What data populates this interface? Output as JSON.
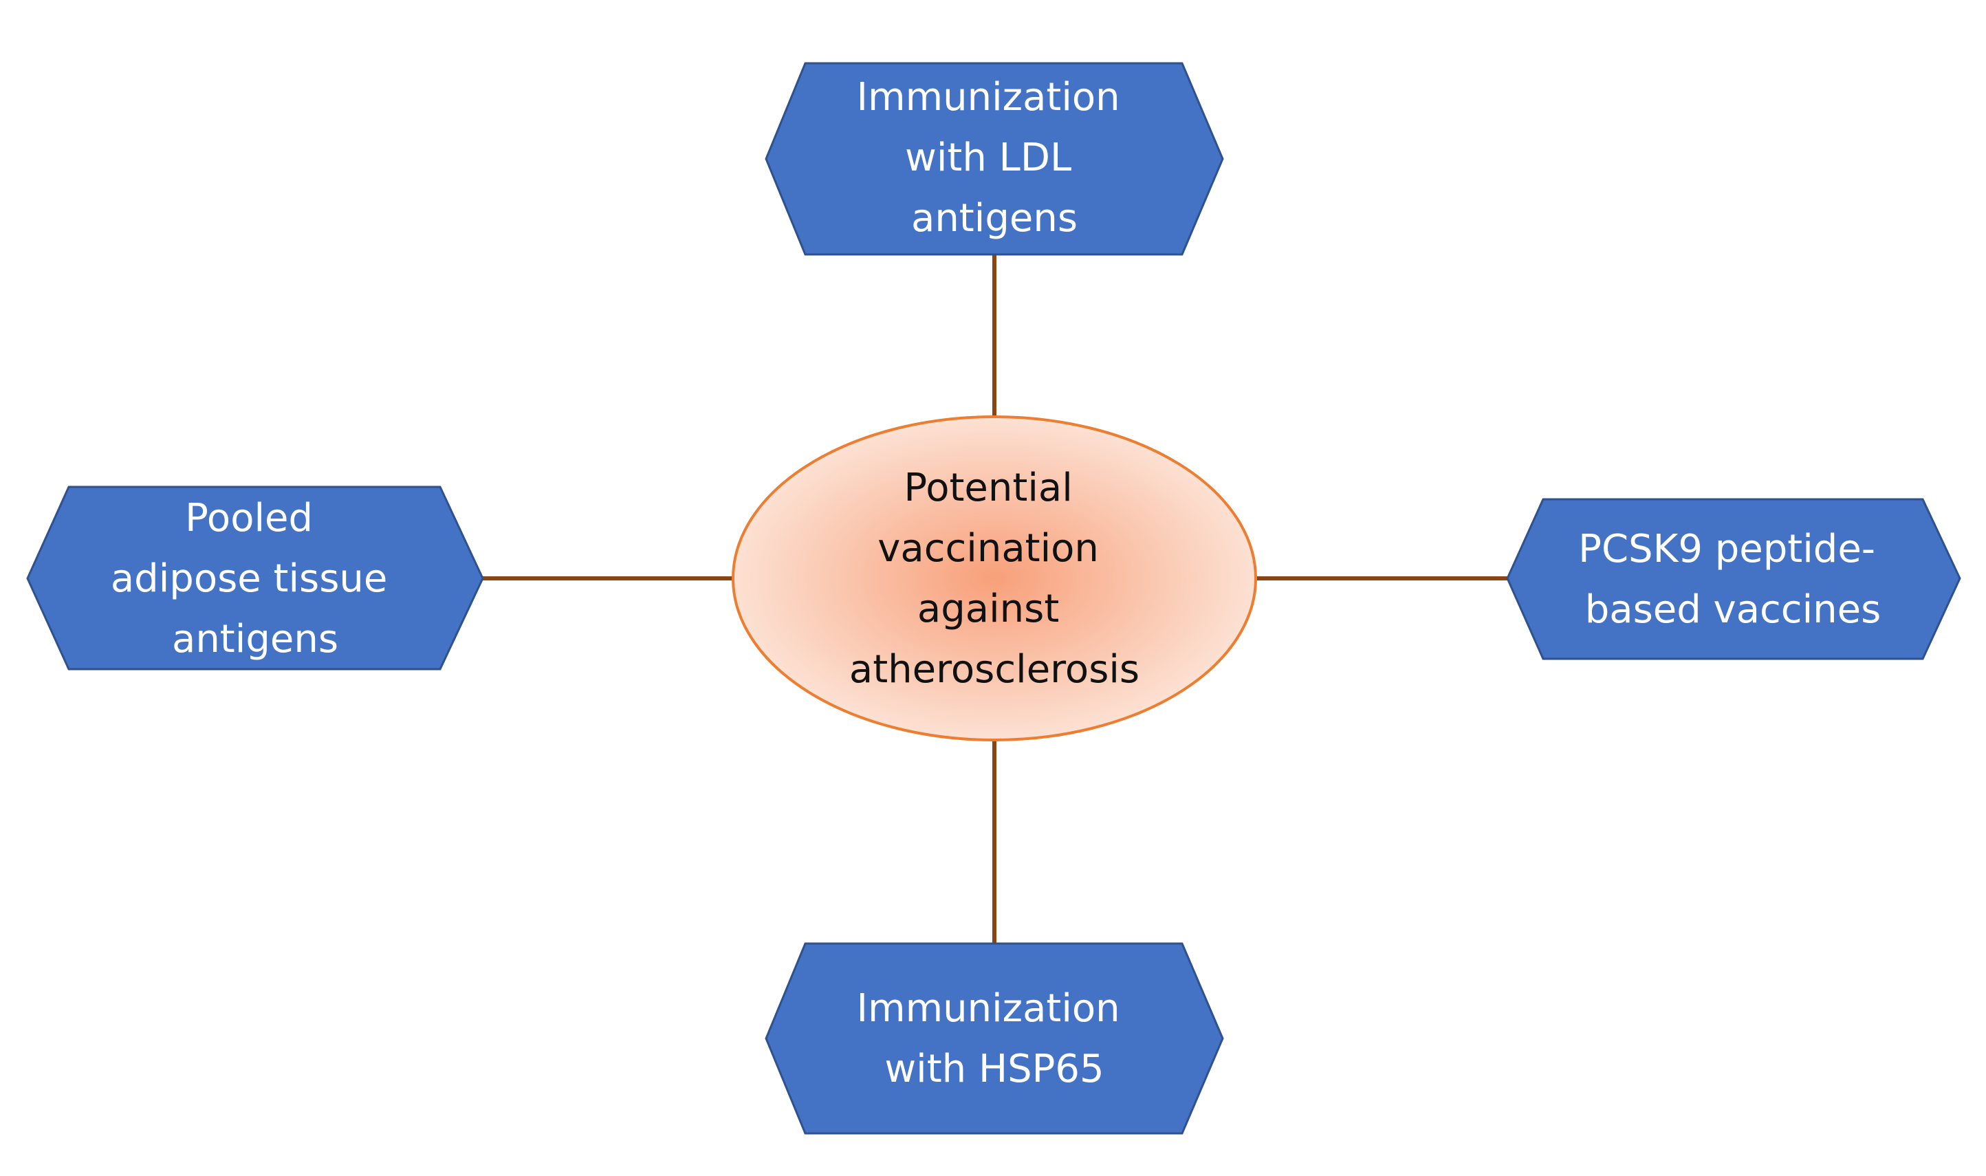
{
  "colors": {
    "hexagon_fill": "#4472C4",
    "hexagon_stroke": "#2F528F",
    "ellipse_stroke": "#ED7D31",
    "ellipse_center": "#F8A07A",
    "ellipse_edge": "#FCE1D3",
    "connector": "#8B4513"
  },
  "center": {
    "lines": [
      "Potential",
      "vaccination",
      "against",
      "atherosclerosis"
    ]
  },
  "nodes": {
    "top": {
      "lines": [
        "Immunization",
        "with LDL",
        "antigens"
      ]
    },
    "left": {
      "lines": [
        "Pooled",
        "adipose tissue",
        "antigens"
      ]
    },
    "right": {
      "lines": [
        "PCSK9 peptide-",
        "based vaccines"
      ]
    },
    "bottom": {
      "lines": [
        "Immunization",
        "with HSP65"
      ]
    }
  }
}
